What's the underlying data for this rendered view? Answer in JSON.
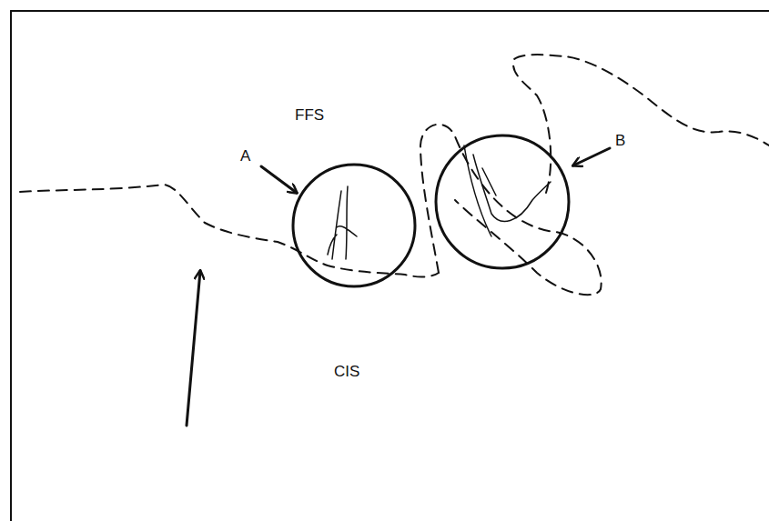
{
  "diagram": {
    "labels": [
      "FFS",
      "A",
      "B",
      "CIS"
    ]
  }
}
